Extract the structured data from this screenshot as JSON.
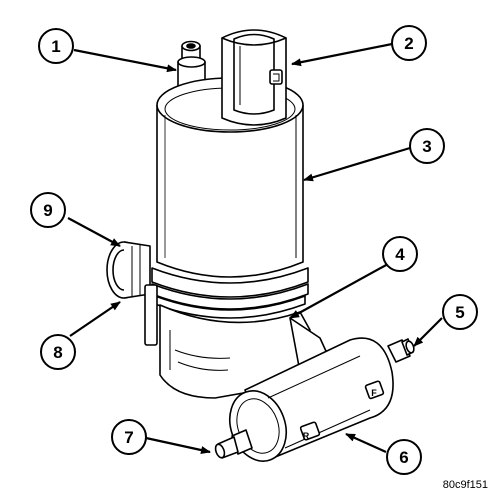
{
  "callouts": [
    {
      "label": "1",
      "part": "outlet-nozzle"
    },
    {
      "label": "2",
      "part": "electrical-connector"
    },
    {
      "label": "3",
      "part": "motor-housing"
    },
    {
      "label": "4",
      "part": "mounting-flange"
    },
    {
      "label": "5",
      "part": "front-outlet-nozzle"
    },
    {
      "label": "6",
      "part": "dual-outlet-valve"
    },
    {
      "label": "7",
      "part": "rear-outlet-nozzle"
    },
    {
      "label": "8",
      "part": "inlet-seal"
    },
    {
      "label": "9",
      "part": "inlet-grommet"
    }
  ],
  "port_labels": {
    "front": "F",
    "rear": "R"
  },
  "reference_code": "80c9f151"
}
